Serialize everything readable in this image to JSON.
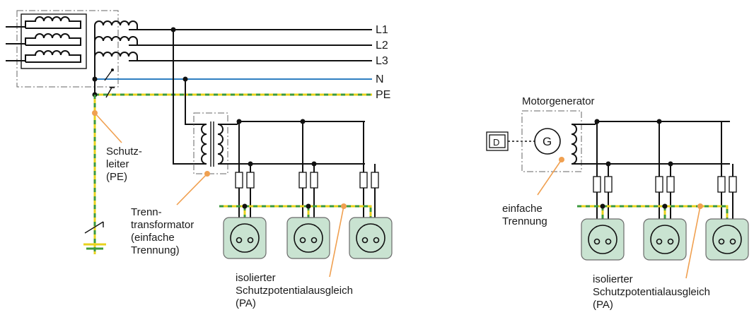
{
  "conductors": [
    "L1",
    "L2",
    "L3",
    "N",
    "PE"
  ],
  "labels": {
    "schutzleiter": [
      "Schutz-",
      "leiter",
      "(PE)"
    ],
    "trenntrafo": [
      "Trenn-",
      "transformator",
      "(einfache",
      "Trennung)"
    ],
    "pa_left": [
      "isolierter",
      "Schutzpotentialausgleich",
      "(PA)"
    ],
    "motorgenerator": "Motorgenerator",
    "einfache_trennung": [
      "einfache",
      "Trennung"
    ],
    "pa_right": [
      "isolierter",
      "Schutzpotentialausgleich",
      "(PA)"
    ],
    "drive_box": "D",
    "generator": "G"
  },
  "colors": {
    "wire": "#111111",
    "neutral": "#2f7fc1",
    "pe_yellow": "#e8d21d",
    "pe_green": "#3c9a3c",
    "leader": "#f0a050",
    "socket_fill": "#c9e3d1"
  }
}
